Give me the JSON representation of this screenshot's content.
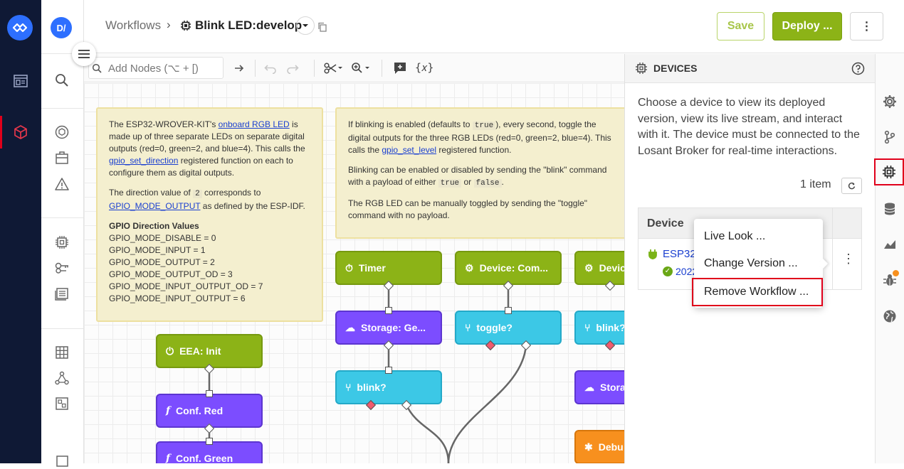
{
  "app": {
    "avatar_initials": "D/"
  },
  "breadcrumb": {
    "root": "Workflows",
    "separator": "›",
    "current": "Blink LED:develop"
  },
  "header": {
    "save_label": "Save",
    "deploy_label": "Deploy ...",
    "more_label": "⋮"
  },
  "toolbar": {
    "add_nodes_placeholder": "Add Nodes (⌥ + [)",
    "variables_label": "{𝑥}"
  },
  "notes": [
    {
      "p1_pre": "The ESP32-WROVER-KIT's ",
      "p1_link": "onboard RGB LED",
      "p1_mid": " is made up of three separate LEDs on separate digital outputs (red=0, green=2, and blue=4). This calls the ",
      "p1_link2": "gpio_set_direction",
      "p1_post": " registered function on each to configure them as digital outputs.",
      "p2_pre": "The direction value of ",
      "p2_code": "2",
      "p2_mid": " corresponds to ",
      "p2_link": "GPIO_MODE_OUTPUT",
      "p2_post": " as defined by the ESP-IDF.",
      "list_title": "GPIO Direction Values",
      "list": [
        "GPIO_MODE_DISABLE = 0",
        "GPIO_MODE_INPUT = 1",
        "GPIO_MODE_OUTPUT = 2",
        "GPIO_MODE_OUTPUT_OD = 3",
        "GPIO_MODE_INPUT_OUTPUT_OD = 7",
        "GPIO_MODE_INPUT_OUTPUT = 6"
      ]
    },
    {
      "p1_pre": "If blinking is enabled (defaults to ",
      "p1_code": "true",
      "p1_mid": "), every second, toggle the digital outputs for the three RGB LEDs (red=0, green=2, blue=4). This calls the ",
      "p1_link": "gpio_set_level",
      "p1_post": " registered function.",
      "p2_pre": "Blinking can be enabled or disabled by sending the \"blink\" command with a payload of either ",
      "p2_code1": "true",
      "p2_mid": " or ",
      "p2_code2": "false",
      "p2_post": ".",
      "p3": "The RGB LED can be manually toggled by sending the \"toggle\" command with no payload."
    }
  ],
  "nodes": {
    "eea_init": "EEA: Init",
    "conf_red": "Conf. Red",
    "conf_green": "Conf. Green",
    "timer": "Timer",
    "storage_get": "Storage: Ge...",
    "blink_cond": "blink?",
    "device_command": "Device: Com...",
    "toggle_cond": "toggle?",
    "device_3": "Device",
    "blink_cond_2": "blink?",
    "storage_2": "Stora",
    "debug": "Debu"
  },
  "panel": {
    "title": "DEVICES",
    "description": "Choose a device to view its deployed version, view its live stream, and interact with it. The device must be connected to the Losant Broker for real-time interactions.",
    "item_count": "1 item",
    "table_header": "Device",
    "device_name": "ESP32",
    "device_version": "2022"
  },
  "context_menu": {
    "items": [
      "Live Look ...",
      "Change Version ...",
      "Remove Workflow ..."
    ]
  },
  "colors": {
    "accent": "#8cb317",
    "sidebar": "#0f1935",
    "highlight": "#e0001b"
  }
}
